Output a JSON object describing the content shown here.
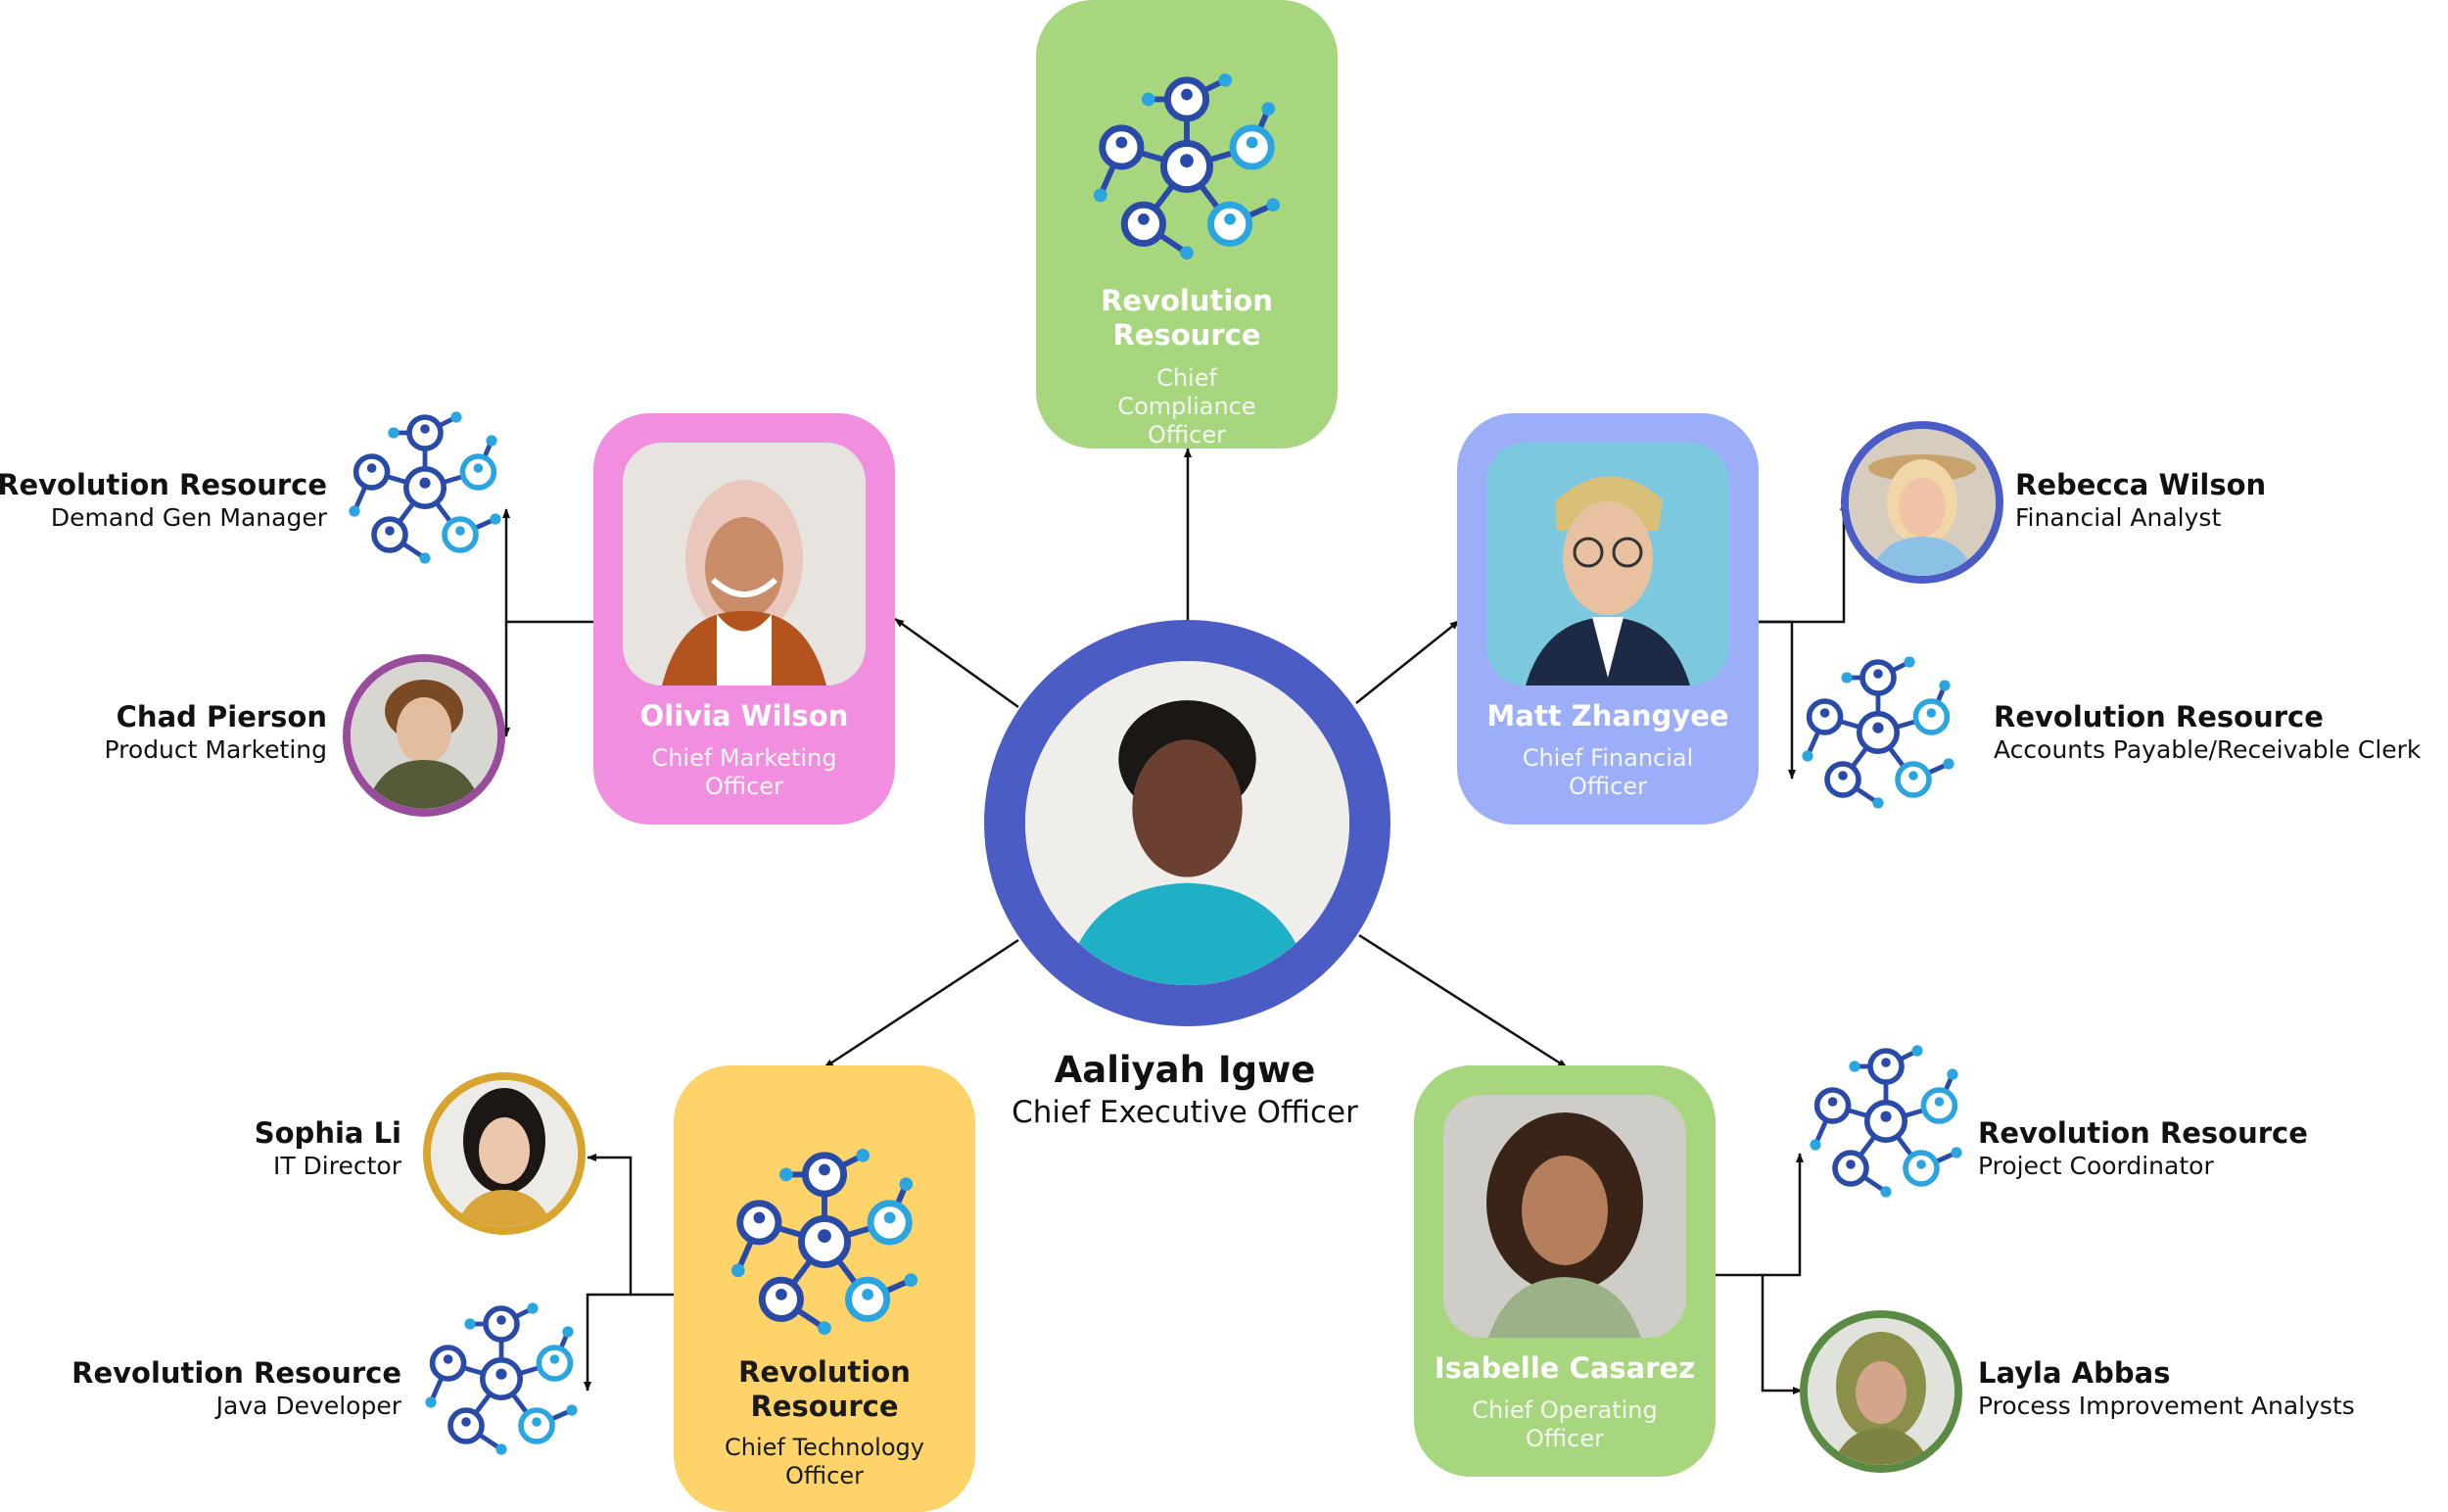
{
  "ceo": {
    "name": "Aaliyah Igwe",
    "title": "Chief Executive Officer"
  },
  "executives": {
    "compliance": {
      "name": "Revolution Resource",
      "title": "Chief Compliance Officer"
    },
    "marketing": {
      "name": "Olivia Wilson",
      "title": "Chief Marketing Officer"
    },
    "financial": {
      "name": "Matt Zhangyee",
      "title": "Chief Financial Officer"
    },
    "technology": {
      "name": "Revolution Resource",
      "title": "Chief Technology Officer"
    },
    "operating": {
      "name": "Isabelle Casarez",
      "title": "Chief Operating Officer"
    }
  },
  "reports": {
    "demand_gen": {
      "name": "Revolution Resource",
      "title": "Demand Gen Manager"
    },
    "product_marketing": {
      "name": "Chad Pierson",
      "title": "Product Marketing"
    },
    "financial_analyst": {
      "name": "Rebecca Wilson",
      "title": "Financial Analyst"
    },
    "ap_ar": {
      "name": "Revolution Resource",
      "title": "Accounts Payable/Receivable Clerk"
    },
    "it_director": {
      "name": "Sophia Li",
      "title": "IT Director"
    },
    "java_dev": {
      "name": "Revolution Resource",
      "title": "Java Developer"
    },
    "project_coord": {
      "name": "Revolution Resource",
      "title": "Project Coordinator"
    },
    "process_improvement": {
      "name": "Layla Abbas",
      "title": "Process Improvement Analysts"
    }
  },
  "colors": {
    "green": "#a8d67f",
    "pink": "#f28ee0",
    "periwinkle": "#9daef8",
    "yellow": "#fdd36a",
    "ceo_ring": "#4b5cc4",
    "icon_dark": "#2a4aa8",
    "icon_light": "#2aa5e0"
  },
  "icons": {
    "network": "people-network-icon"
  }
}
